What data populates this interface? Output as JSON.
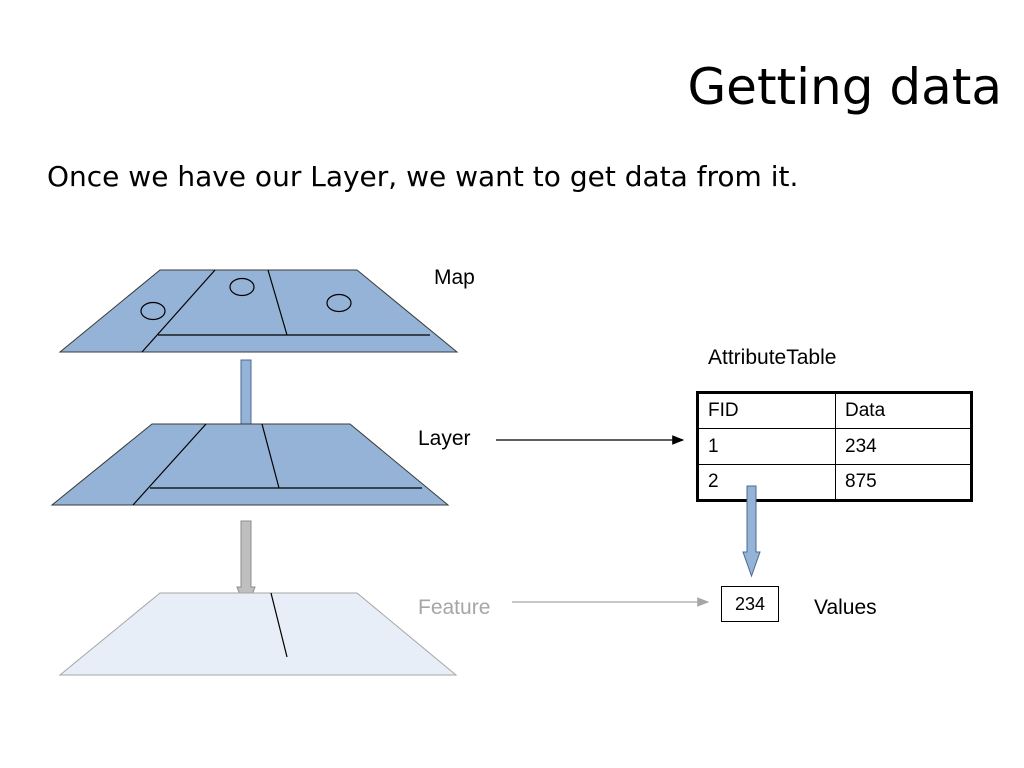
{
  "slide": {
    "title": "Getting data",
    "subtitle": "Once we have our Layer, we want to get data from it."
  },
  "diagram": {
    "labels": {
      "map": "Map",
      "layer": "Layer",
      "feature": "Feature",
      "attribute_table": "AttributeTable",
      "values": "Values"
    },
    "table": {
      "headers": [
        "FID",
        "Data"
      ],
      "rows": [
        [
          "1",
          "234"
        ],
        [
          "2",
          "875"
        ]
      ]
    },
    "value_box": "234",
    "colors": {
      "layer_fill": "#94b3d7",
      "feature_fill": "#e8eef7",
      "outline": "#000000",
      "gray_arrow": "#a6a6a6",
      "feature_label": "#a6a6a6"
    }
  }
}
